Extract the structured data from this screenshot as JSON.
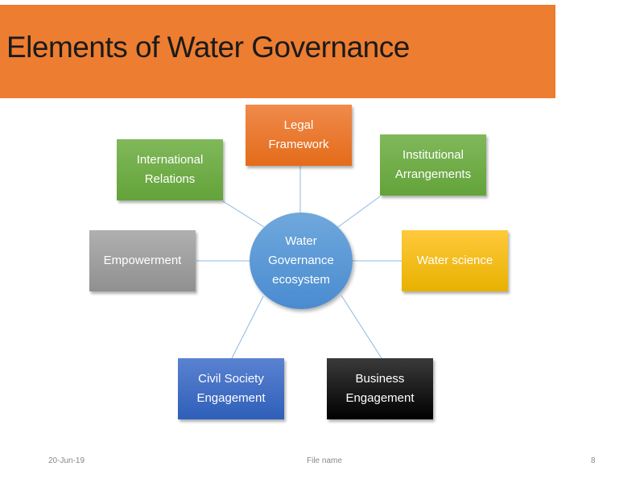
{
  "slide": {
    "title": "Elements of Water Governance"
  },
  "diagram": {
    "center": "Water\nGovernance\necosystem",
    "nodes": [
      {
        "label": "Legal\nFramework",
        "color": "#ED7D31"
      },
      {
        "label": "International\nRelations",
        "color": "#70AD47"
      },
      {
        "label": "Institutional\nArrangements",
        "color": "#70AD47"
      },
      {
        "label": "Empowerment",
        "color": "#A5A5A5"
      },
      {
        "label": "Water science",
        "color": "#FFC000"
      },
      {
        "label": "Civil Society\nEngagement",
        "color": "#4472C4"
      },
      {
        "label": "Business\nEngagement",
        "color": "#000000"
      }
    ]
  },
  "footer": {
    "date": "20-Jun-19",
    "file": "File name",
    "page": "8"
  }
}
